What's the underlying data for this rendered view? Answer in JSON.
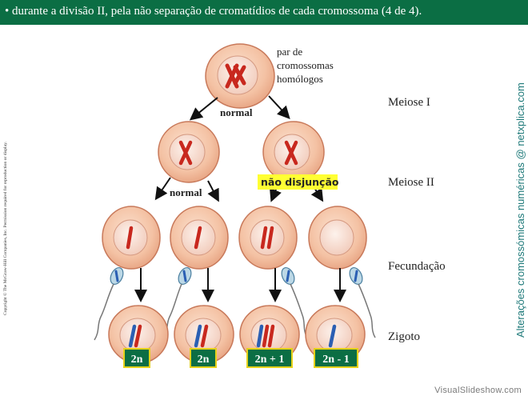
{
  "header": {
    "text": "• durante a divisão II, pela não separação de cromatídios de cada cromossoma (4 de 4)."
  },
  "labels": {
    "homologous_pair": [
      "par de",
      "cromossomas",
      "homólogos"
    ],
    "normal_meiosis_1": "normal",
    "normal_meiosis_2": "normal",
    "nondisjunction": "não disjunção"
  },
  "stages": {
    "meiosis_1": "Meiose I",
    "meiosis_2": "Meiose II",
    "fertilization": "Fecundação",
    "zygote": "Zigoto"
  },
  "ploidy": [
    "2n",
    "2n",
    "2n + 1",
    "2n - 1"
  ],
  "copyright": "Copyright © The McGraw-Hill Companies, Inc. Permission required for reproduction or display.",
  "side_credit": "Alterações cromossómicas numéricas @ netxplica.com",
  "watermark": "VisualSlideshow.com",
  "colors": {
    "header_bg": "#0b6e44",
    "ploidy_box_bg": "#0b6e44",
    "ploidy_box_border": "#e6d21a",
    "highlight": "#ffff33",
    "cell_fill": "#f4c2a4",
    "cell_border": "#c8795a",
    "nucleus_fill": "#fae0d3",
    "maternal_chromosome": "#c8281e",
    "paternal_chromosome": "#2b5fb3"
  }
}
